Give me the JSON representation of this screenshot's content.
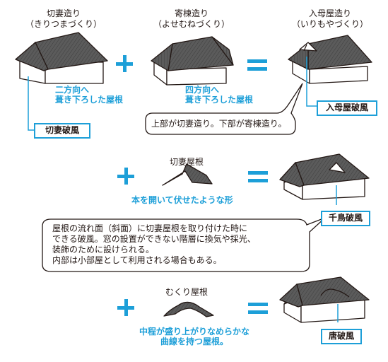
{
  "titles": {
    "kirizuma": "切妻造り",
    "kirizuma_kana": "（きりつまづくり）",
    "yosemune": "寄棟造り",
    "yosemune_kana": "（よせむねづくり）",
    "irimoya": "入母屋造り",
    "irimoya_kana": "（いりもやづくり）",
    "kirizuma_yane": "切妻屋根",
    "mukuri_yane": "むくり屋根"
  },
  "descriptions": {
    "two_dir_1": "二方向へ",
    "two_dir_2": "葺き下ろした屋根",
    "four_dir_1": "四方向へ",
    "four_dir_2": "葺き下ろした屋根",
    "book_shape": "本を開いて伏せたような形",
    "mukuri_1": "中程が盛り上がりなめらかな",
    "mukuri_2": "曲線を持つ屋根。"
  },
  "labels": {
    "kirizuma_hafu": "切妻破風",
    "irimoya_hafu": "入母屋破風",
    "chidori_hafu": "千鳥破風",
    "kara_hafu": "唐破風"
  },
  "bubbles": {
    "top": "上部が切妻造り。下部が寄棟造り。",
    "mid_1": "屋根の流れ面（斜面）に切妻屋根を取り付けた時に",
    "mid_2": "できる破風。窓の設置ができない階層に換気や採光、",
    "mid_3": "装飾のために設けられる。",
    "mid_4": "内部は小部屋として利用される場合もある。"
  },
  "colors": {
    "accent": "#1d9fd8",
    "roof": "#5a5a5a",
    "line": "#231815"
  }
}
